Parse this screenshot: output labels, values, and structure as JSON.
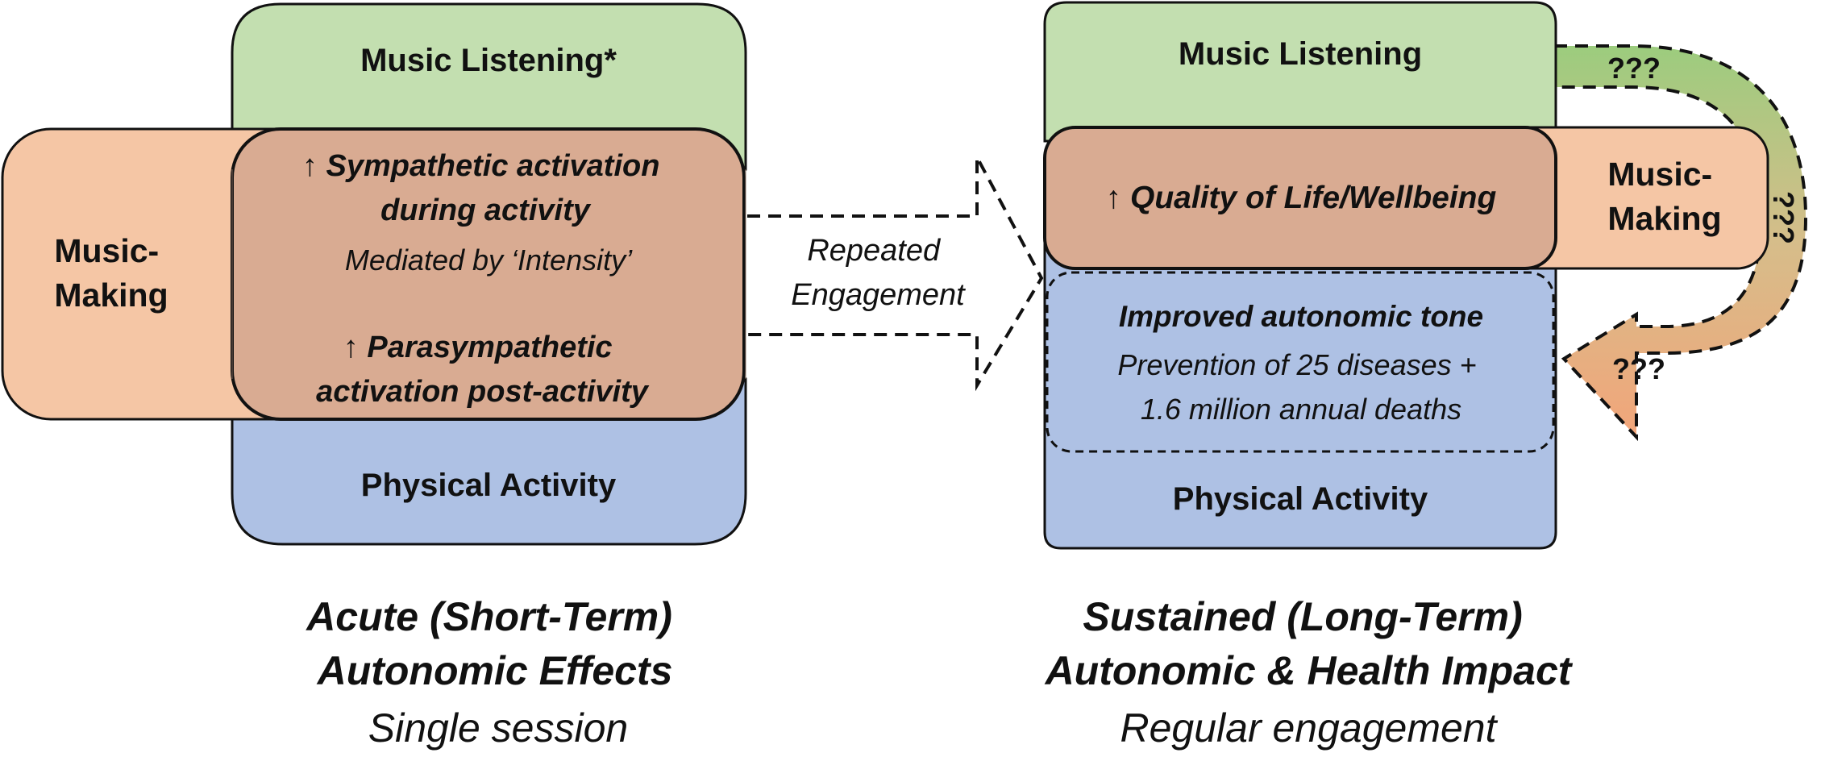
{
  "colors": {
    "music_listening": "#c3dfb0",
    "music_making": "#f5c6a5",
    "physical_activity": "#aec1e4",
    "overlap": "#d9ab92",
    "outline": "#111111"
  },
  "left": {
    "music_listening": "Music Listening*",
    "music_making": [
      "Music-",
      "Making"
    ],
    "physical_activity": "Physical Activity",
    "sympathetic": [
      "↑ Sympathetic activation",
      "during activity"
    ],
    "mediated": "Mediated by ‘Intensity’",
    "parasympathetic": [
      "↑ Parasympathetic",
      "activation post-activity"
    ]
  },
  "arrow": {
    "label": [
      "Repeated",
      "Engagement"
    ]
  },
  "right": {
    "music_listening": "Music Listening",
    "music_making": [
      "Music-",
      "Making"
    ],
    "physical_activity": "Physical Activity",
    "quality_of_life": "↑ Quality of Life/Wellbeing",
    "autonomic_tone": "Improved autonomic tone",
    "prevention": [
      "Prevention of 25 diseases +",
      "1.6 million annual deaths"
    ],
    "unknown_1": "???",
    "unknown_2": "???",
    "unknown_3": "???"
  },
  "captions": {
    "left": {
      "title": [
        "Acute (Short-Term)",
        "Autonomic Effects"
      ],
      "subtitle": "Single session"
    },
    "right": {
      "title": [
        "Sustained (Long-Term)",
        "Autonomic & Health Impact"
      ],
      "subtitle": "Regular engagement"
    }
  }
}
